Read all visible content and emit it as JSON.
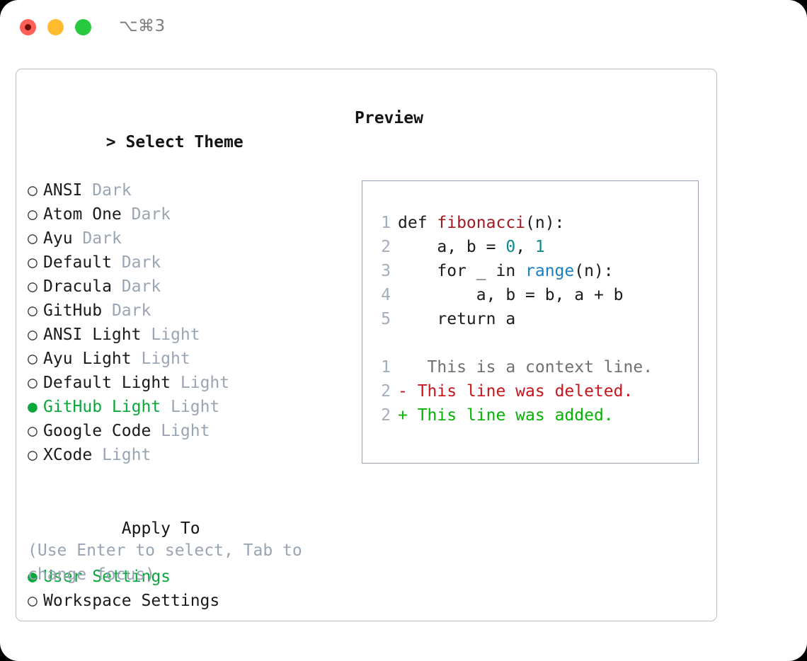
{
  "titlebar": {
    "shortcut": "⌥⌘3",
    "buttons": [
      {
        "name": "close",
        "color": "#ff5f57"
      },
      {
        "name": "minimize",
        "color": "#febc2e"
      },
      {
        "name": "maximize",
        "color": "#28c840"
      }
    ]
  },
  "theme_picker": {
    "prompt_marker": ">",
    "title": "Select Theme",
    "selected_bullet": "●",
    "unselected_bullet": "○",
    "items": [
      {
        "label": "ANSI",
        "tag": "Dark",
        "selected": false
      },
      {
        "label": "Atom One",
        "tag": "Dark",
        "selected": false
      },
      {
        "label": "Ayu",
        "tag": "Dark",
        "selected": false
      },
      {
        "label": "Default",
        "tag": "Dark",
        "selected": false
      },
      {
        "label": "Dracula",
        "tag": "Dark",
        "selected": false
      },
      {
        "label": "GitHub",
        "tag": "Dark",
        "selected": false
      },
      {
        "label": "ANSI Light",
        "tag": "Light",
        "selected": false
      },
      {
        "label": "Ayu Light",
        "tag": "Light",
        "selected": false
      },
      {
        "label": "Default Light",
        "tag": "Light",
        "selected": false
      },
      {
        "label": "GitHub Light",
        "tag": "Light",
        "selected": true
      },
      {
        "label": "Google Code",
        "tag": "Light",
        "selected": false
      },
      {
        "label": "XCode",
        "tag": "Light",
        "selected": false
      }
    ]
  },
  "apply_to": {
    "title": "Apply To",
    "items": [
      {
        "label": "User Settings",
        "selected": true
      },
      {
        "label": "Workspace Settings",
        "selected": false
      }
    ]
  },
  "hint": "(Use Enter to select, Tab to change focus)",
  "preview": {
    "title": "Preview",
    "code_lines": [
      {
        "num": "1",
        "segments": [
          {
            "text": "def ",
            "type": "plain"
          },
          {
            "text": "fibonacci",
            "type": "fn"
          },
          {
            "text": "(n):",
            "type": "plain"
          }
        ]
      },
      {
        "num": "2",
        "segments": [
          {
            "text": "    a, b = ",
            "type": "plain"
          },
          {
            "text": "0",
            "type": "num"
          },
          {
            "text": ", ",
            "type": "plain"
          },
          {
            "text": "1",
            "type": "num"
          }
        ]
      },
      {
        "num": "3",
        "segments": [
          {
            "text": "    for _ in ",
            "type": "plain"
          },
          {
            "text": "range",
            "type": "call"
          },
          {
            "text": "(n):",
            "type": "plain"
          }
        ]
      },
      {
        "num": "4",
        "segments": [
          {
            "text": "        a, b = b, a + b",
            "type": "plain"
          }
        ]
      },
      {
        "num": "5",
        "segments": [
          {
            "text": "    return a",
            "type": "plain"
          }
        ]
      }
    ],
    "diff_lines": [
      {
        "num": "1",
        "marker": " ",
        "text": "  This is a context line.",
        "type": "context"
      },
      {
        "num": "2",
        "marker": "-",
        "text": " This line was deleted.",
        "type": "deleted"
      },
      {
        "num": "2",
        "marker": "+",
        "text": " This line was added.",
        "type": "added"
      }
    ]
  },
  "colors": {
    "accent_green": "#0aa83c",
    "muted": "#9aa5b4",
    "line_number": "#a3aebd",
    "fn_red": "#9e1c22",
    "number_teal": "#0f8a8a",
    "call_blue": "#1a7fc1",
    "diff_deleted": "#c7151c",
    "diff_added": "#04b404",
    "border": "#b8c0cc"
  }
}
